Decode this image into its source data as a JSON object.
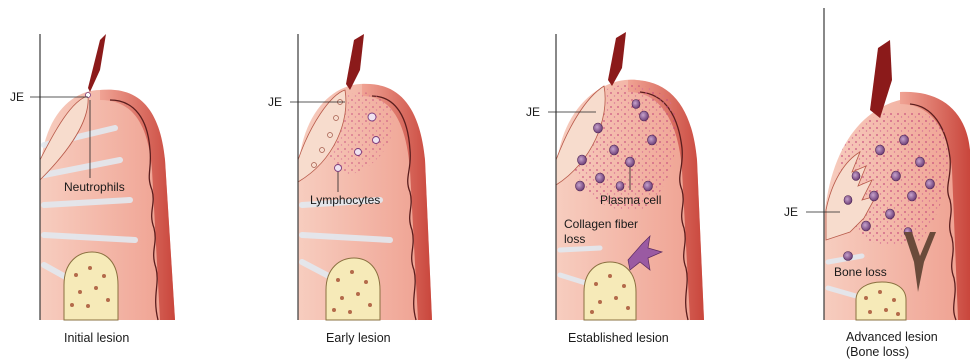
{
  "panels": [
    {
      "caption": "Initial lesion",
      "labels": {
        "je": "JE",
        "cell": "Neutrophils"
      }
    },
    {
      "caption": "Early lesion",
      "labels": {
        "je": "JE",
        "cell": "Lymphocytes"
      }
    },
    {
      "caption": "Established lesion",
      "labels": {
        "je": "JE",
        "cell": "Plasma cell",
        "fiber_line1": "Collagen fiber",
        "fiber_line2": "loss"
      }
    },
    {
      "caption_line1": "Advanced lesion",
      "caption_line2": "(Bone loss)",
      "labels": {
        "je": "JE",
        "bone": "Bone loss"
      }
    }
  ],
  "colors": {
    "gingiva": "#f3b9aa",
    "gingiva_edge": "#c9463c",
    "epithelium": "#f6d6c4",
    "tooth_line": "#3a3a3a",
    "enamel": "#8b1a1a",
    "bone": "#f6eab8",
    "bone_spots": "#b36a4a",
    "inflammation": "#d98aa6",
    "plasma_cell": "#8a5a92",
    "fibers": "#dfe6ee"
  }
}
